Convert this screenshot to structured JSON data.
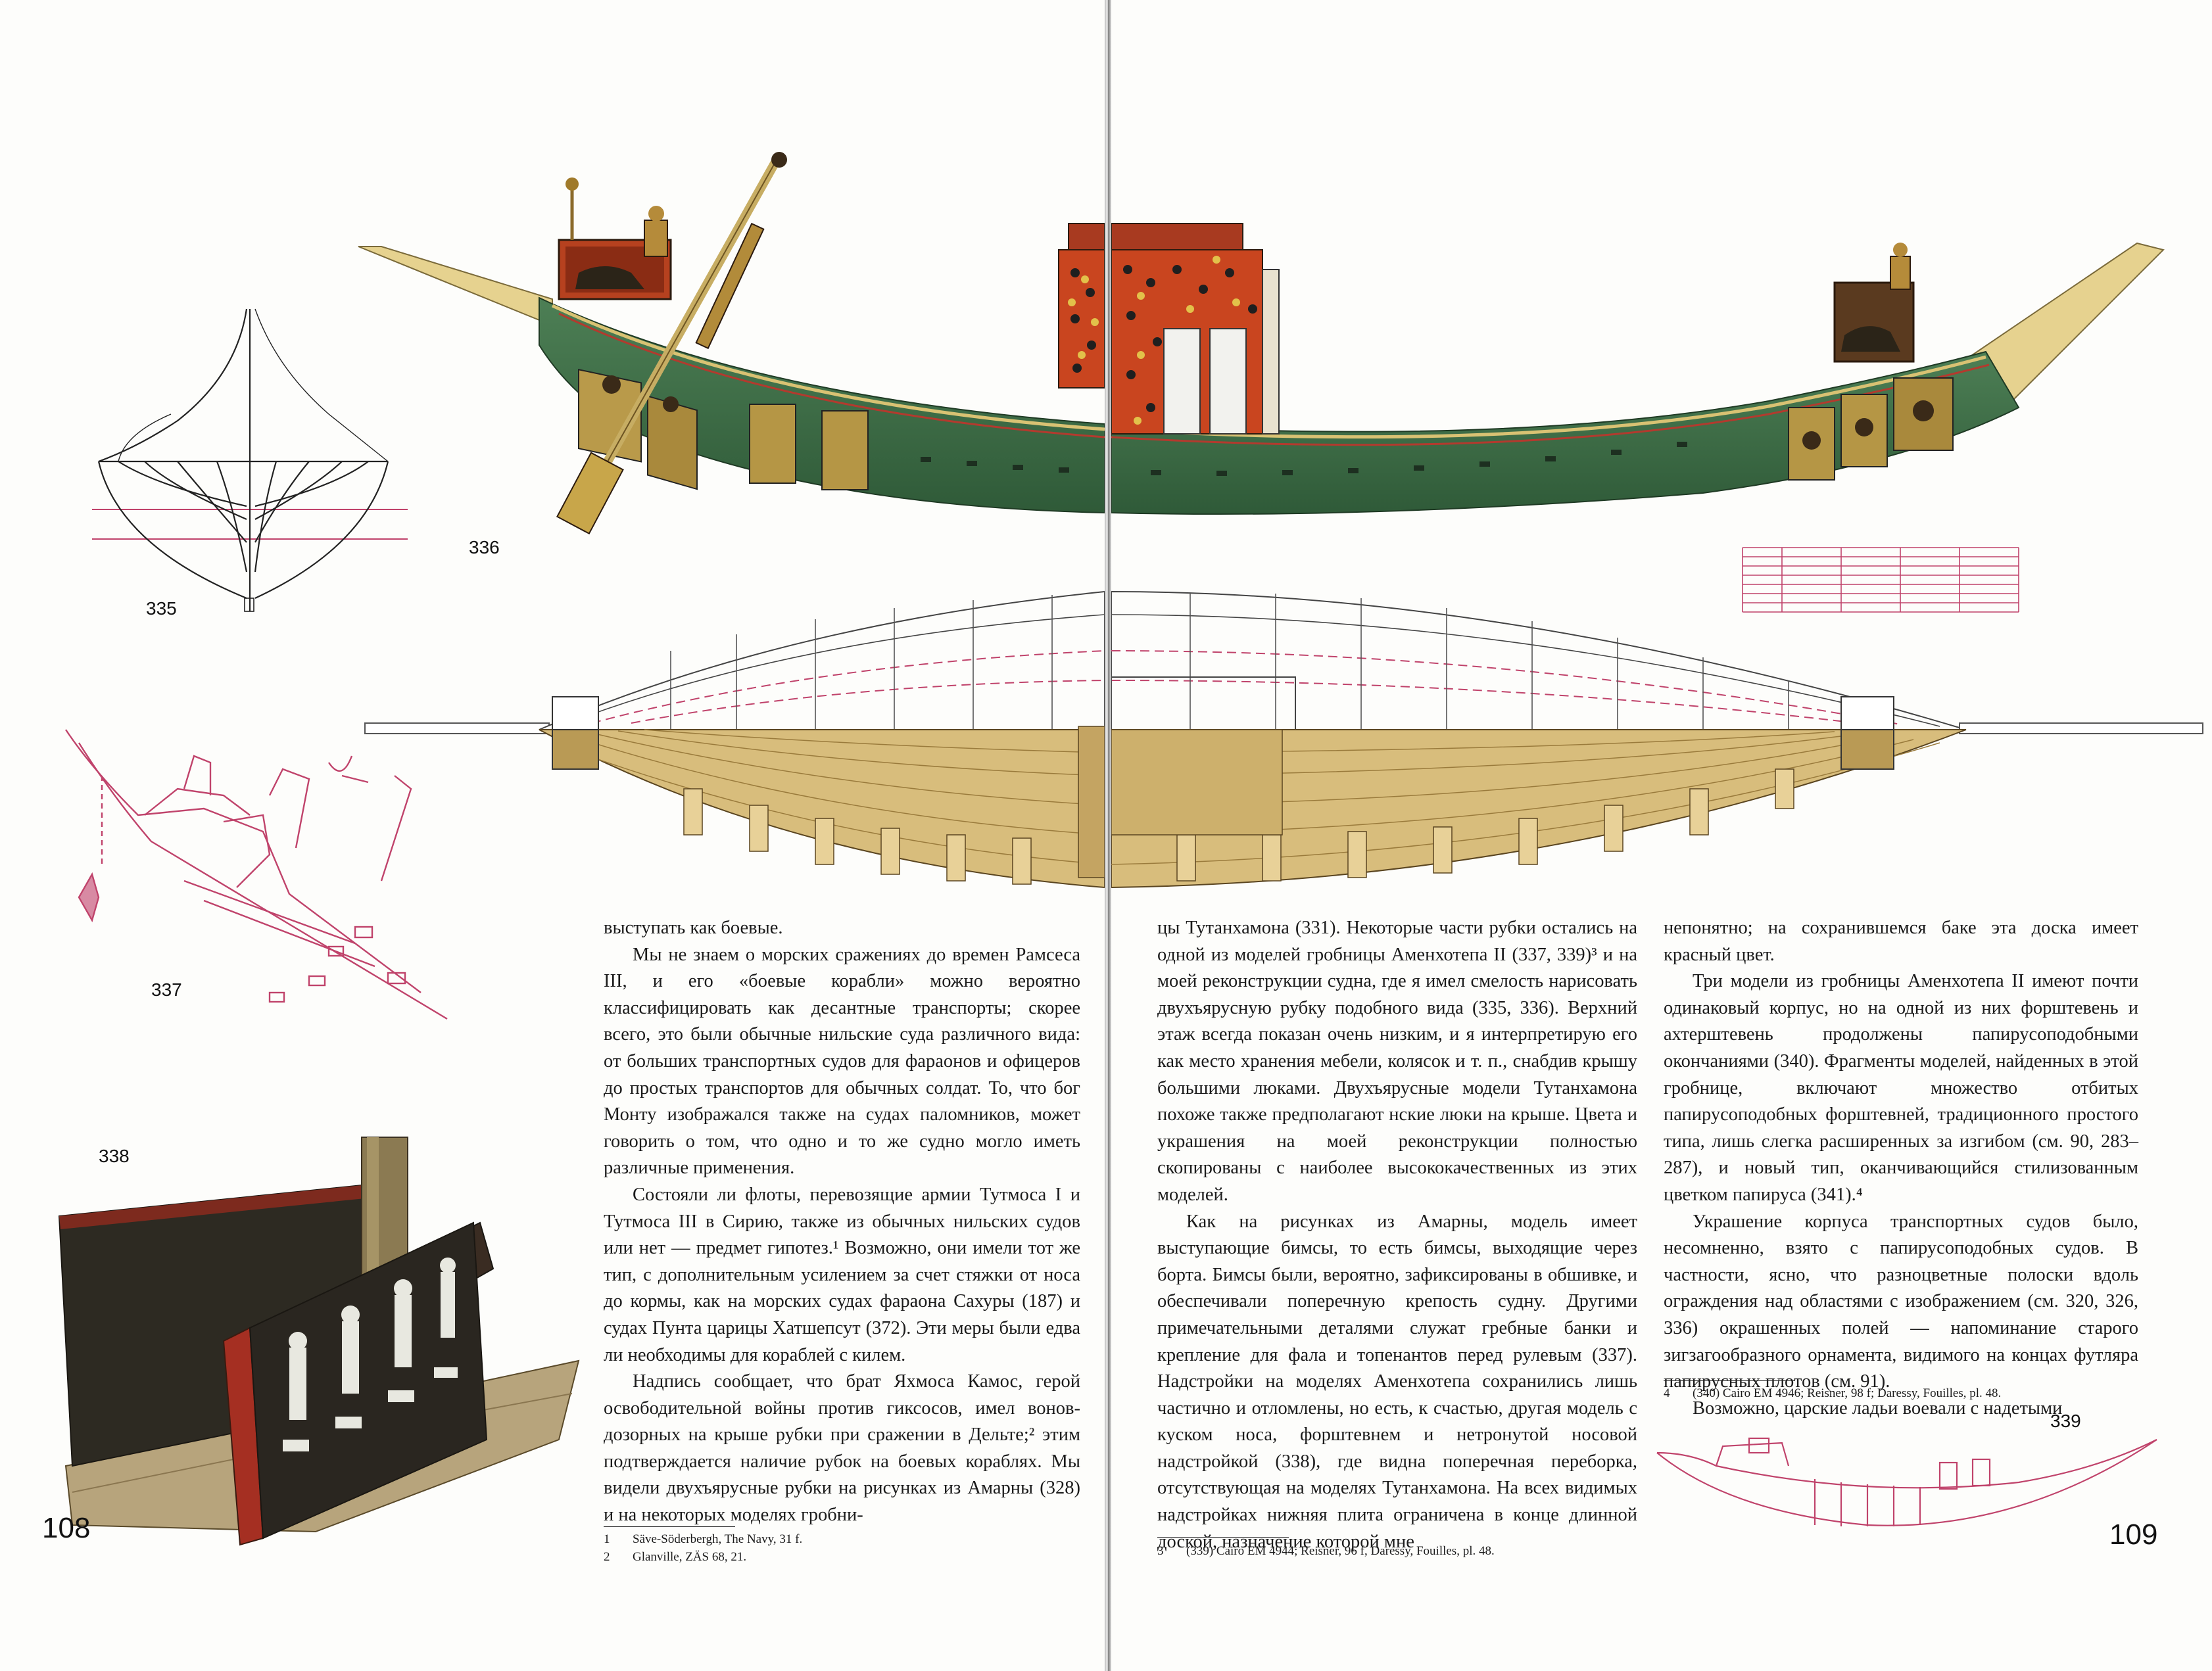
{
  "left_page": {
    "figures": {
      "f335": "335",
      "f336": "336",
      "f337": "337",
      "f338": "338"
    },
    "page_number": "108",
    "column": {
      "paragraphs": [
        "выступать как боевые.",
        "Мы не знаем о морских сражениях до времен Рамсеса III, и его «боевые корабли» можно вероятно классифицировать как десантные транспорты; скорее всего, это были обычные нильские суда различного вида: от больших транспортных судов для фараонов и офицеров до простых транспортов для обычных солдат. То, что бог Монту изображался также на судах паломников, может говорить о том, что одно и то же судно могло иметь различные применения.",
        "Состояли ли флоты, перевозящие армии Тутмоса I и Тутмоса III в Сирию, также из обычных нильских судов или нет — предмет гипотез.¹ Возможно, они имели тот же тип, с дополнительным усилением за счет стяжки от носа до кормы, как на морских судах фараона Сахуры (187) и судах Пунта царицы Хатшепсут (372). Эти меры были едва ли необходимы для кораблей с килем.",
        "Надпись сообщает, что брат Яхмоса Камос, герой освободительной войны против гиксосов, имел вонов-дозорных на крыше рубки при сражении в Дельте;² этим подтверждается наличие рубок на боевых кораблях. Мы видели двухъярусные рубки на рисунках из Амарны (328) и на некоторых моделях гробни-"
      ]
    },
    "footnotes": [
      {
        "n": "1",
        "text": "Säve-Söderbergh, The Navy, 31 f."
      },
      {
        "n": "2",
        "text": "Glanville, ZÄS 68, 21."
      }
    ]
  },
  "right_page": {
    "figures": {
      "f339": "339"
    },
    "page_number": "109",
    "column1": {
      "paragraphs": [
        "цы Тутанхамона (331). Некоторые части рубки остались на одной из моделей гробницы Аменхотепа II (337, 339)³ и на моей реконструкции судна, где я имел смелость нарисовать двухъярусную рубку подобного вида (335, 336). Верхний этаж всегда показан очень низким, и я интерпретирую его как место хранения мебели, колясок и т. п., снабдив крышу большими люками. Двухъярусные модели Тутанхамона похоже также предполагают нские люки на крыше. Цвета и украшения на моей реконструкции полностью скопированы с наиболее высококачественных из этих моделей.",
        "Как на рисунках из Амарны, модель имеет выступающие бимсы, то есть бимсы, выходящие через борта. Бимсы были, вероятно, зафиксированы в обшивке, и обеспечивали поперечную крепость судну. Другими примечательными деталями служат гребные банки и крепление для фала и топенантов перед рулевым (337). Надстройки на моделях Аменхотепа сохранились лишь частично и отломлены, но есть, к счастью, другая модель с куском носа, форштевнем и нетронутой носовой надстройкой (338), где видна поперечная переборка, отсутствующая на моделях Тутанхамона. На всех видимых надстройках нижняя плита ограничена в конце длинной доской, назначение которой мне"
      ]
    },
    "column2": {
      "paragraphs": [
        "непонятно; на сохранившемся баке эта доска имеет красный цвет.",
        "Три модели из гробницы Аменхотепа II имеют почти одинаковый корпус, но на одной из них форштевень и ахтерштевень продолжены папирусоподобными окончаниями (340). Фрагменты моделей, найденных в этой гробнице, включают множество отбитых папирусоподобных форштевней, традиционного простого типа, лишь слегка расширенных за изгибом (см. 90, 283–287), и новый тип, оканчивающийся стилизованным цветком папируса (341).⁴",
        "Украшение корпуса транспортных судов было, несомненно, взято с папирусоподобных судов. В частности, ясно, что разноцветные полоски вдоль ограждения над областями с изображением (см. 320, 326, 336) окрашенных полей — напоминание старого зигзагообразного орнамента, видимого на концах футляра папирусных плотов (см. 91).",
        "Возможно, царские ладьи воевали с надетыми"
      ]
    },
    "footnotes_col1": [
      {
        "n": "3",
        "text": "(339) Cairo EM 4944; Reisner, 96 f, Daressy, Fouilles, pl. 48."
      }
    ],
    "footnotes_col2": [
      {
        "n": "4",
        "text": "(340) Cairo EM 4946; Reisner, 98 f; Daressy, Fouilles, pl. 48."
      }
    ]
  },
  "colors": {
    "hull_green": "#3e6d45",
    "hull_green_dark": "#2a4f31",
    "wood": "#c9a55c",
    "wood_light": "#e3c88c",
    "pink_line": "#c0436b",
    "pale_wood": "#e9d79e"
  }
}
